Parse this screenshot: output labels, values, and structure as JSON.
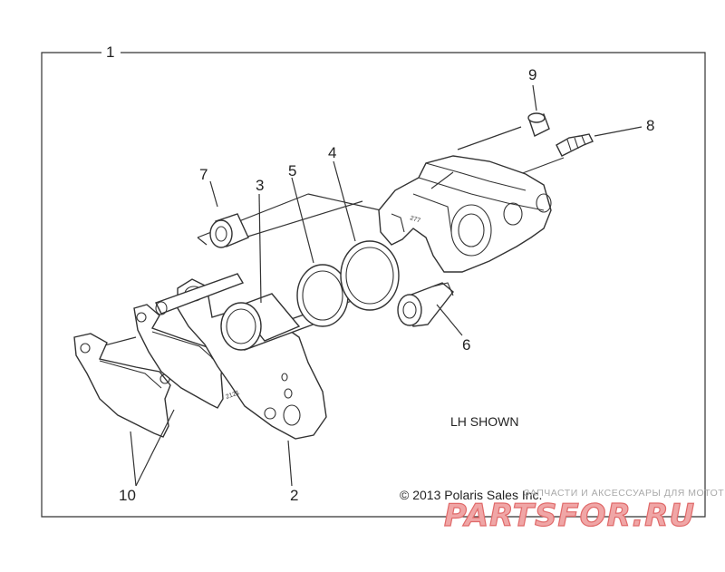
{
  "diagram": {
    "callouts": [
      "1",
      "2",
      "3",
      "4",
      "5",
      "6",
      "7",
      "8",
      "9",
      "10"
    ],
    "note": "LH SHOWN",
    "copyright": "© 2013 Polaris Sales Inc.",
    "watermark": {
      "brand": "PARTSFOR.RU",
      "tagline": "ЗАПЧАСТИ И АКСЕССУАРЫ ДЛЯ МОТОТЕХНИКИ"
    },
    "part_stamps": {
      "caliper_body": "277",
      "bracket": "2121"
    }
  }
}
